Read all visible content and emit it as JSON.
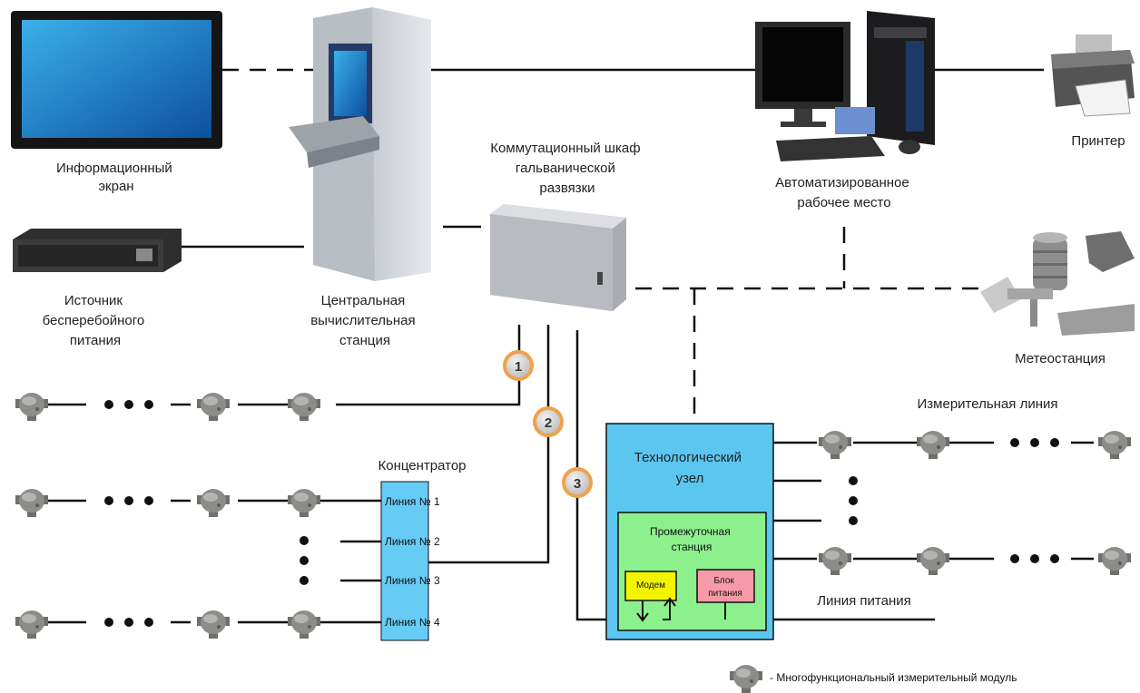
{
  "labels": {
    "info_screen": [
      "Информационный",
      "экран"
    ],
    "central_station": [
      "Центральная",
      "вычислительная",
      "станция"
    ],
    "switch_cabinet": [
      "Коммутационный шкаф",
      "гальванической",
      "развязки"
    ],
    "workstation": [
      "Автоматизированное",
      "рабочее место"
    ],
    "printer": "Принтер",
    "ups": [
      "Источник",
      "бесперебойного",
      "питания"
    ],
    "weather_station": "Метеостанция",
    "measure_line": "Измерительная линия",
    "concentrator": "Концентратор",
    "tech_node": [
      "Технологический",
      "узел"
    ],
    "intermediate_station": [
      "Промежуточная",
      "станция"
    ],
    "modem": "Модем",
    "power_block": [
      "Блок",
      "питания"
    ],
    "power_line": "Линия питания",
    "lines": [
      "Линия № 1",
      "Линия № 2",
      "Линия № 3",
      "Линия № 4"
    ],
    "circles": [
      "1",
      "2",
      "3"
    ],
    "legend": "- Многофункциональный измерительный модуль"
  },
  "colors": {
    "tech_node_fill": "#5bc6f0",
    "station_fill": "#8cf08c",
    "modem_fill": "#f4f400",
    "power_fill": "#f79aa8",
    "concentrator_fill": "#66ccf5",
    "circle_ring": "#f0a24a",
    "module_body": "#8c8c88"
  }
}
